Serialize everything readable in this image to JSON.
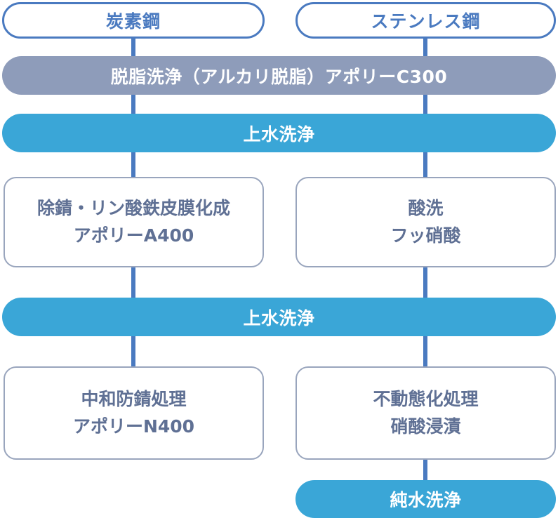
{
  "diagram": {
    "type": "process-flowchart",
    "colors": {
      "pill_border": "#4a7ac0",
      "pill_text": "#4a7ac0",
      "bar_gray": "#8e9cba",
      "bar_blue": "#3aa6d7",
      "box_border": "#99a5bd",
      "box_text": "#5f7094",
      "connector": "#4a7ac0",
      "background": "#ffffff"
    },
    "columns": [
      {
        "id": "carbon-steel",
        "header": "炭素鋼"
      },
      {
        "id": "stainless-steel",
        "header": "ステンレス鋼"
      }
    ],
    "steps": {
      "pill_carbon": "炭素鋼",
      "pill_stainless": "ステンレス鋼",
      "bar_degrease": "脱脂洗浄（アルカリ脱脂）アポリーC300",
      "bar_rinse_1": "上水洗浄",
      "bar_rinse_2": "上水洗浄",
      "bar_pure_rinse": "純水洗浄",
      "box_derust_line1": "除錆・リン酸鉄皮膜化成",
      "box_derust_line2": "アポリーA400",
      "box_pickling_line1": "酸洗",
      "box_pickling_line2": "フッ硝酸",
      "box_neutralize_line1": "中和防錆処理",
      "box_neutralize_line2": "アポリーN400",
      "box_passivate_line1": "不動態化処理",
      "box_passivate_line2": "硝酸浸漬"
    }
  }
}
